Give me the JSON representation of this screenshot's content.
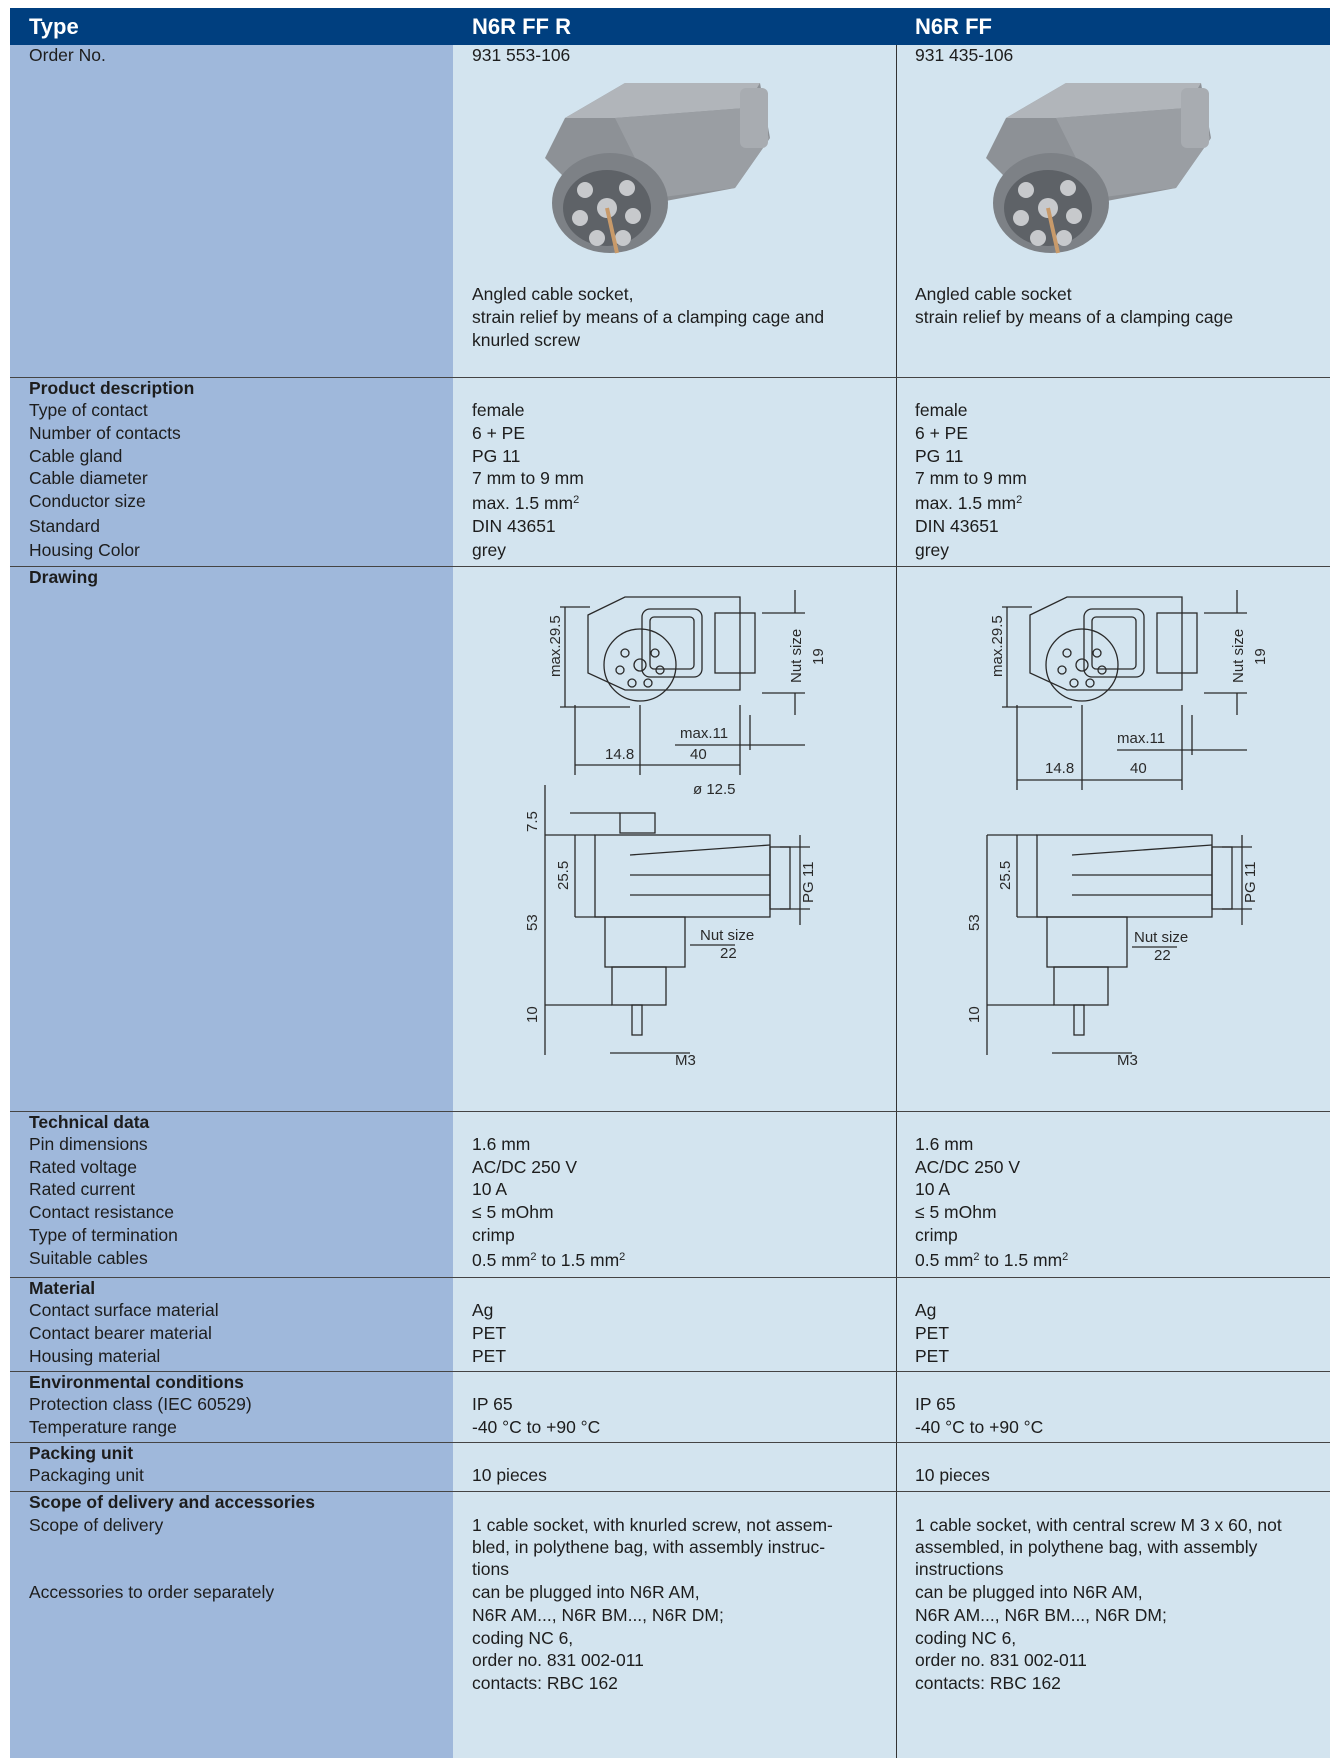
{
  "header": {
    "type": "Type",
    "col1": "N6R FF R",
    "col2": "N6R FF"
  },
  "order": {
    "label": "Order No.",
    "col1": "931 553-106",
    "col2": "931 435-106"
  },
  "photo_caption": {
    "col1": [
      "Angled cable socket,",
      "strain relief by means of a clamping cage and",
      "knurled screw"
    ],
    "col2": [
      "Angled cable socket",
      "strain relief by means of a clamping cage"
    ]
  },
  "product_description": {
    "heading": "Product description",
    "rows": [
      {
        "label": "Type of contact",
        "col1": "female",
        "col2": "female"
      },
      {
        "label": "Number of contacts",
        "col1": "6 + PE",
        "col2": "6 + PE"
      },
      {
        "label": "Cable gland",
        "col1": "PG 11",
        "col2": "PG 11"
      },
      {
        "label": "Cable diameter",
        "col1": "7 mm to 9 mm",
        "col2": "7 mm to 9 mm"
      },
      {
        "label": "Conductor size",
        "col1": "max. 1.5 mm",
        "col2": "max. 1.5 mm"
      },
      {
        "label": "Standard",
        "col1": "DIN 43651",
        "col2": "DIN 43651"
      },
      {
        "label": "Housing Color",
        "col1": "grey",
        "col2": "grey"
      }
    ],
    "superscript": "2"
  },
  "drawing": {
    "heading": "Drawing",
    "dims": {
      "max29": "max.29.5",
      "nutsize": "Nut size",
      "n19": "19",
      "max11": "max.11",
      "d148": "14.8",
      "d40": "40",
      "dia125": "ø 12.5",
      "d75": "7.5",
      "d255": "25.5",
      "pg11": "PG 11",
      "d53": "53",
      "nut22a": "Nut size",
      "nut22b": "22",
      "d10": "10",
      "m3": "M3"
    }
  },
  "technical_data": {
    "heading": "Technical data",
    "rows": [
      {
        "label": "Pin dimensions",
        "col1": "1.6 mm",
        "col2": "1.6 mm"
      },
      {
        "label": "Rated voltage",
        "col1": "AC/DC 250 V",
        "col2": "AC/DC 250 V"
      },
      {
        "label": "Rated current",
        "col1": "10 A",
        "col2": "10 A"
      },
      {
        "label": "Contact resistance",
        "col1": "≤ 5 mOhm",
        "col2": "≤ 5 mOhm"
      },
      {
        "label": "Type of termination",
        "col1": "crimp",
        "col2": "crimp"
      },
      {
        "label": "Suitable cables",
        "col1a": "0.5 mm",
        "col1b": " to 1.5 mm",
        "col2a": "0.5 mm",
        "col2b": " to 1.5 mm"
      }
    ]
  },
  "material": {
    "heading": "Material",
    "rows": [
      {
        "label": "Contact surface material",
        "col1": "Ag",
        "col2": "Ag"
      },
      {
        "label": "Contact bearer material",
        "col1": "PET",
        "col2": "PET"
      },
      {
        "label": "Housing material",
        "col1": "PET",
        "col2": "PET"
      }
    ]
  },
  "environmental": {
    "heading": "Environmental conditions",
    "rows": [
      {
        "label": "Protection class (IEC 60529)",
        "col1": "IP 65",
        "col2": "IP 65"
      },
      {
        "label": "Temperature range",
        "col1": "-40 °C to +90 °C",
        "col2": "-40 °C to +90 °C"
      }
    ]
  },
  "packing": {
    "heading": "Packing unit",
    "label": "Packaging unit",
    "col1": "10 pieces",
    "col2": "10 pieces"
  },
  "scope": {
    "heading": "Scope of delivery and accessories",
    "delivery_label": "Scope of delivery",
    "delivery_col1": [
      "1 cable socket, with knurled screw, not assem-",
      "bled, in polythene bag, with assembly instruc-",
      "tions"
    ],
    "delivery_col2": [
      "1 cable socket, with central screw M 3 x 60, not",
      "assembled, in polythene bag, with assembly",
      "instructions"
    ],
    "acc_label": "Accessories to order separately",
    "acc_col1": [
      "can be plugged into N6R AM,",
      "N6R AM..., N6R BM..., N6R DM;",
      "coding NC 6,",
      "order no. 831 002-011",
      "contacts: RBC 162"
    ],
    "acc_col2": [
      "can be plugged into N6R AM,",
      "N6R AM..., N6R BM..., N6R DM;",
      "coding NC 6,",
      "order no. 831 002-011",
      "contacts: RBC 162"
    ]
  }
}
